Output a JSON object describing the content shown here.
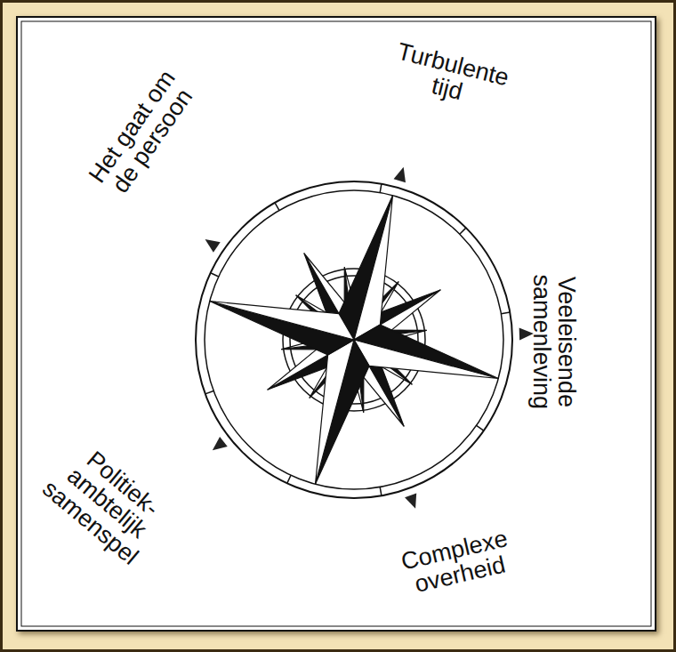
{
  "diagram": {
    "labels": [
      "Turbulente tijd",
      "Veeleisende samenleving",
      "Complexe overheid",
      "Politiek- ambtelijk samenspel",
      "Het gaat om de persoon"
    ]
  }
}
